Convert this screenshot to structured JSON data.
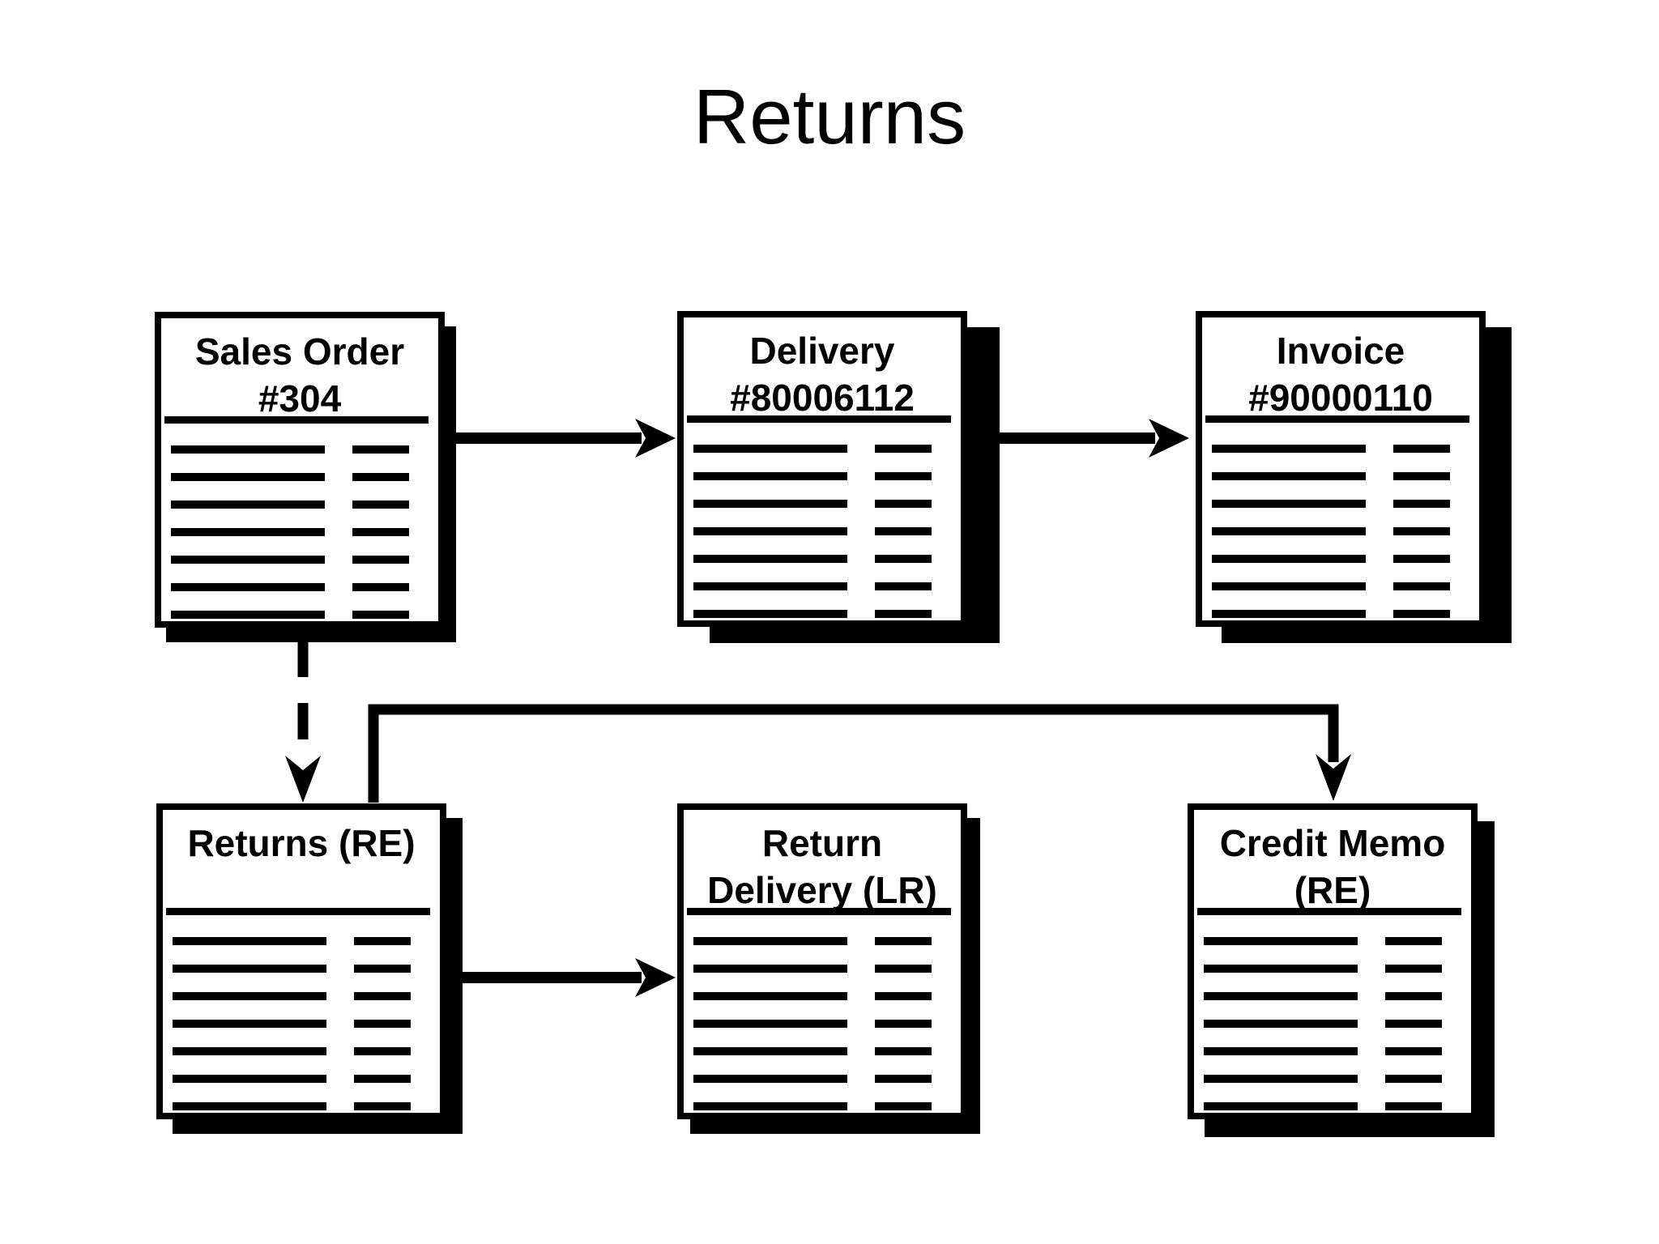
{
  "title": "Returns",
  "colors": {
    "ink": "#000000",
    "paper": "#ffffff"
  },
  "doc_body_rows": 7,
  "boxes": {
    "sales_order": {
      "line1": "Sales Order",
      "line2": "#304"
    },
    "delivery": {
      "line1": "Delivery",
      "line2": "#80006112"
    },
    "invoice": {
      "line1": "Invoice",
      "line2": "#90000110"
    },
    "returns_re": {
      "line1": "Returns (RE)",
      "line2": ""
    },
    "return_delivery_lr": {
      "line1": "Return",
      "line2": "Delivery (LR)"
    },
    "credit_memo_re": {
      "line1": "Credit Memo",
      "line2": "(RE)"
    }
  },
  "connections": [
    {
      "from": "Sales Order #304",
      "to": "Delivery #80006112",
      "style": "solid-arrow"
    },
    {
      "from": "Delivery #80006112",
      "to": "Invoice #90000110",
      "style": "solid-arrow"
    },
    {
      "from": "Sales Order #304",
      "to": "Returns (RE)",
      "style": "dashed-arrow"
    },
    {
      "from": "Returns (RE)",
      "to": "Credit Memo (RE)",
      "style": "solid-elbow-arrow"
    },
    {
      "from": "Returns (RE)",
      "to": "Return Delivery (LR)",
      "style": "solid-arrow"
    }
  ]
}
